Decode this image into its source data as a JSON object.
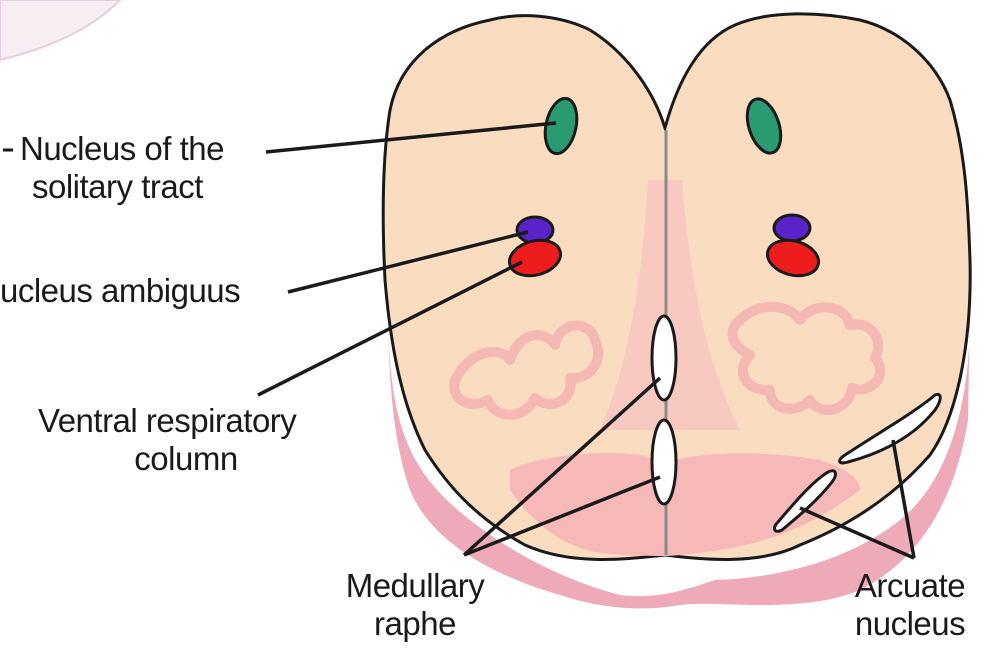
{
  "labels": {
    "nts_line1": "Nucleus of the",
    "nts_line2": "solitary tract",
    "ambiguus": "ucleus ambiguus",
    "vrc_line1": "Ventral respiratory",
    "vrc_line2": "column",
    "raphe_line1": "Medullary",
    "raphe_line2": "raphe",
    "arcuate_line1": "Arcuate",
    "arcuate_line2": "nucleus"
  },
  "colors": {
    "medulla_fill": "#fadcc0",
    "pyramid_fill": "#f7b8b8",
    "ventral_shadow": "#eeaab8",
    "solitary_nucleus": "#2a9a70",
    "ambiguus_nucleus": "#5a22c8",
    "respiratory_column": "#ee1c1c",
    "raphe_and_arcuate": "#ffffff",
    "outline": "#1a1a1a"
  }
}
